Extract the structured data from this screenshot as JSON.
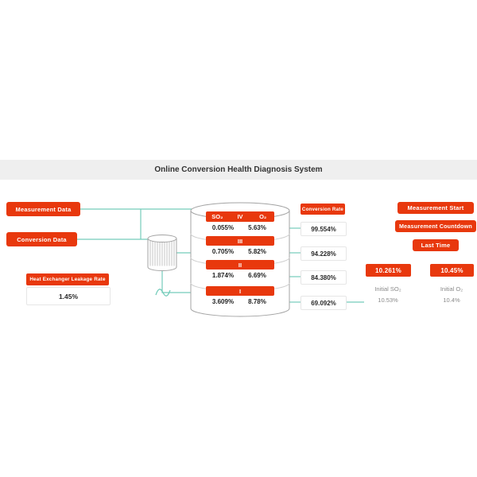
{
  "title": "Online Conversion Health Diagnosis System",
  "left_panel": {
    "measurement_data_label": "Measurement Data",
    "conversion_data_label": "Conversion Data",
    "heat_exchanger_label": "Heat Exchanger Leakage Rate",
    "heat_exchanger_value": "1.45%"
  },
  "tower": {
    "column_left": "SO₂",
    "column_right": "O₂",
    "stages": [
      {
        "name": "IV",
        "so2": "0.055%",
        "o2": "5.63%"
      },
      {
        "name": "III",
        "so2": "0.705%",
        "o2": "5.82%"
      },
      {
        "name": "II",
        "so2": "1.874%",
        "o2": "6.69%"
      },
      {
        "name": "I",
        "so2": "3.609%",
        "o2": "8.78%"
      }
    ]
  },
  "conversion": {
    "header": "Conversion Rate",
    "rates": [
      "99.554%",
      "94.228%",
      "84.380%",
      "69.092%"
    ]
  },
  "right_panel": {
    "measurement_start": "Measurement Start",
    "measurement_countdown": "Measurement Countdown",
    "last_time": "Last Time",
    "so2_value": "10.261%",
    "o2_value": "10.45%",
    "initial_so2_label": "Initial SO₂",
    "initial_so2_value": "10.53%",
    "initial_o2_label": "Initial O₂",
    "initial_o2_value": "10.4%"
  },
  "colors": {
    "accent": "#e8380d",
    "line": "#74ccba",
    "band": "#efefef"
  }
}
